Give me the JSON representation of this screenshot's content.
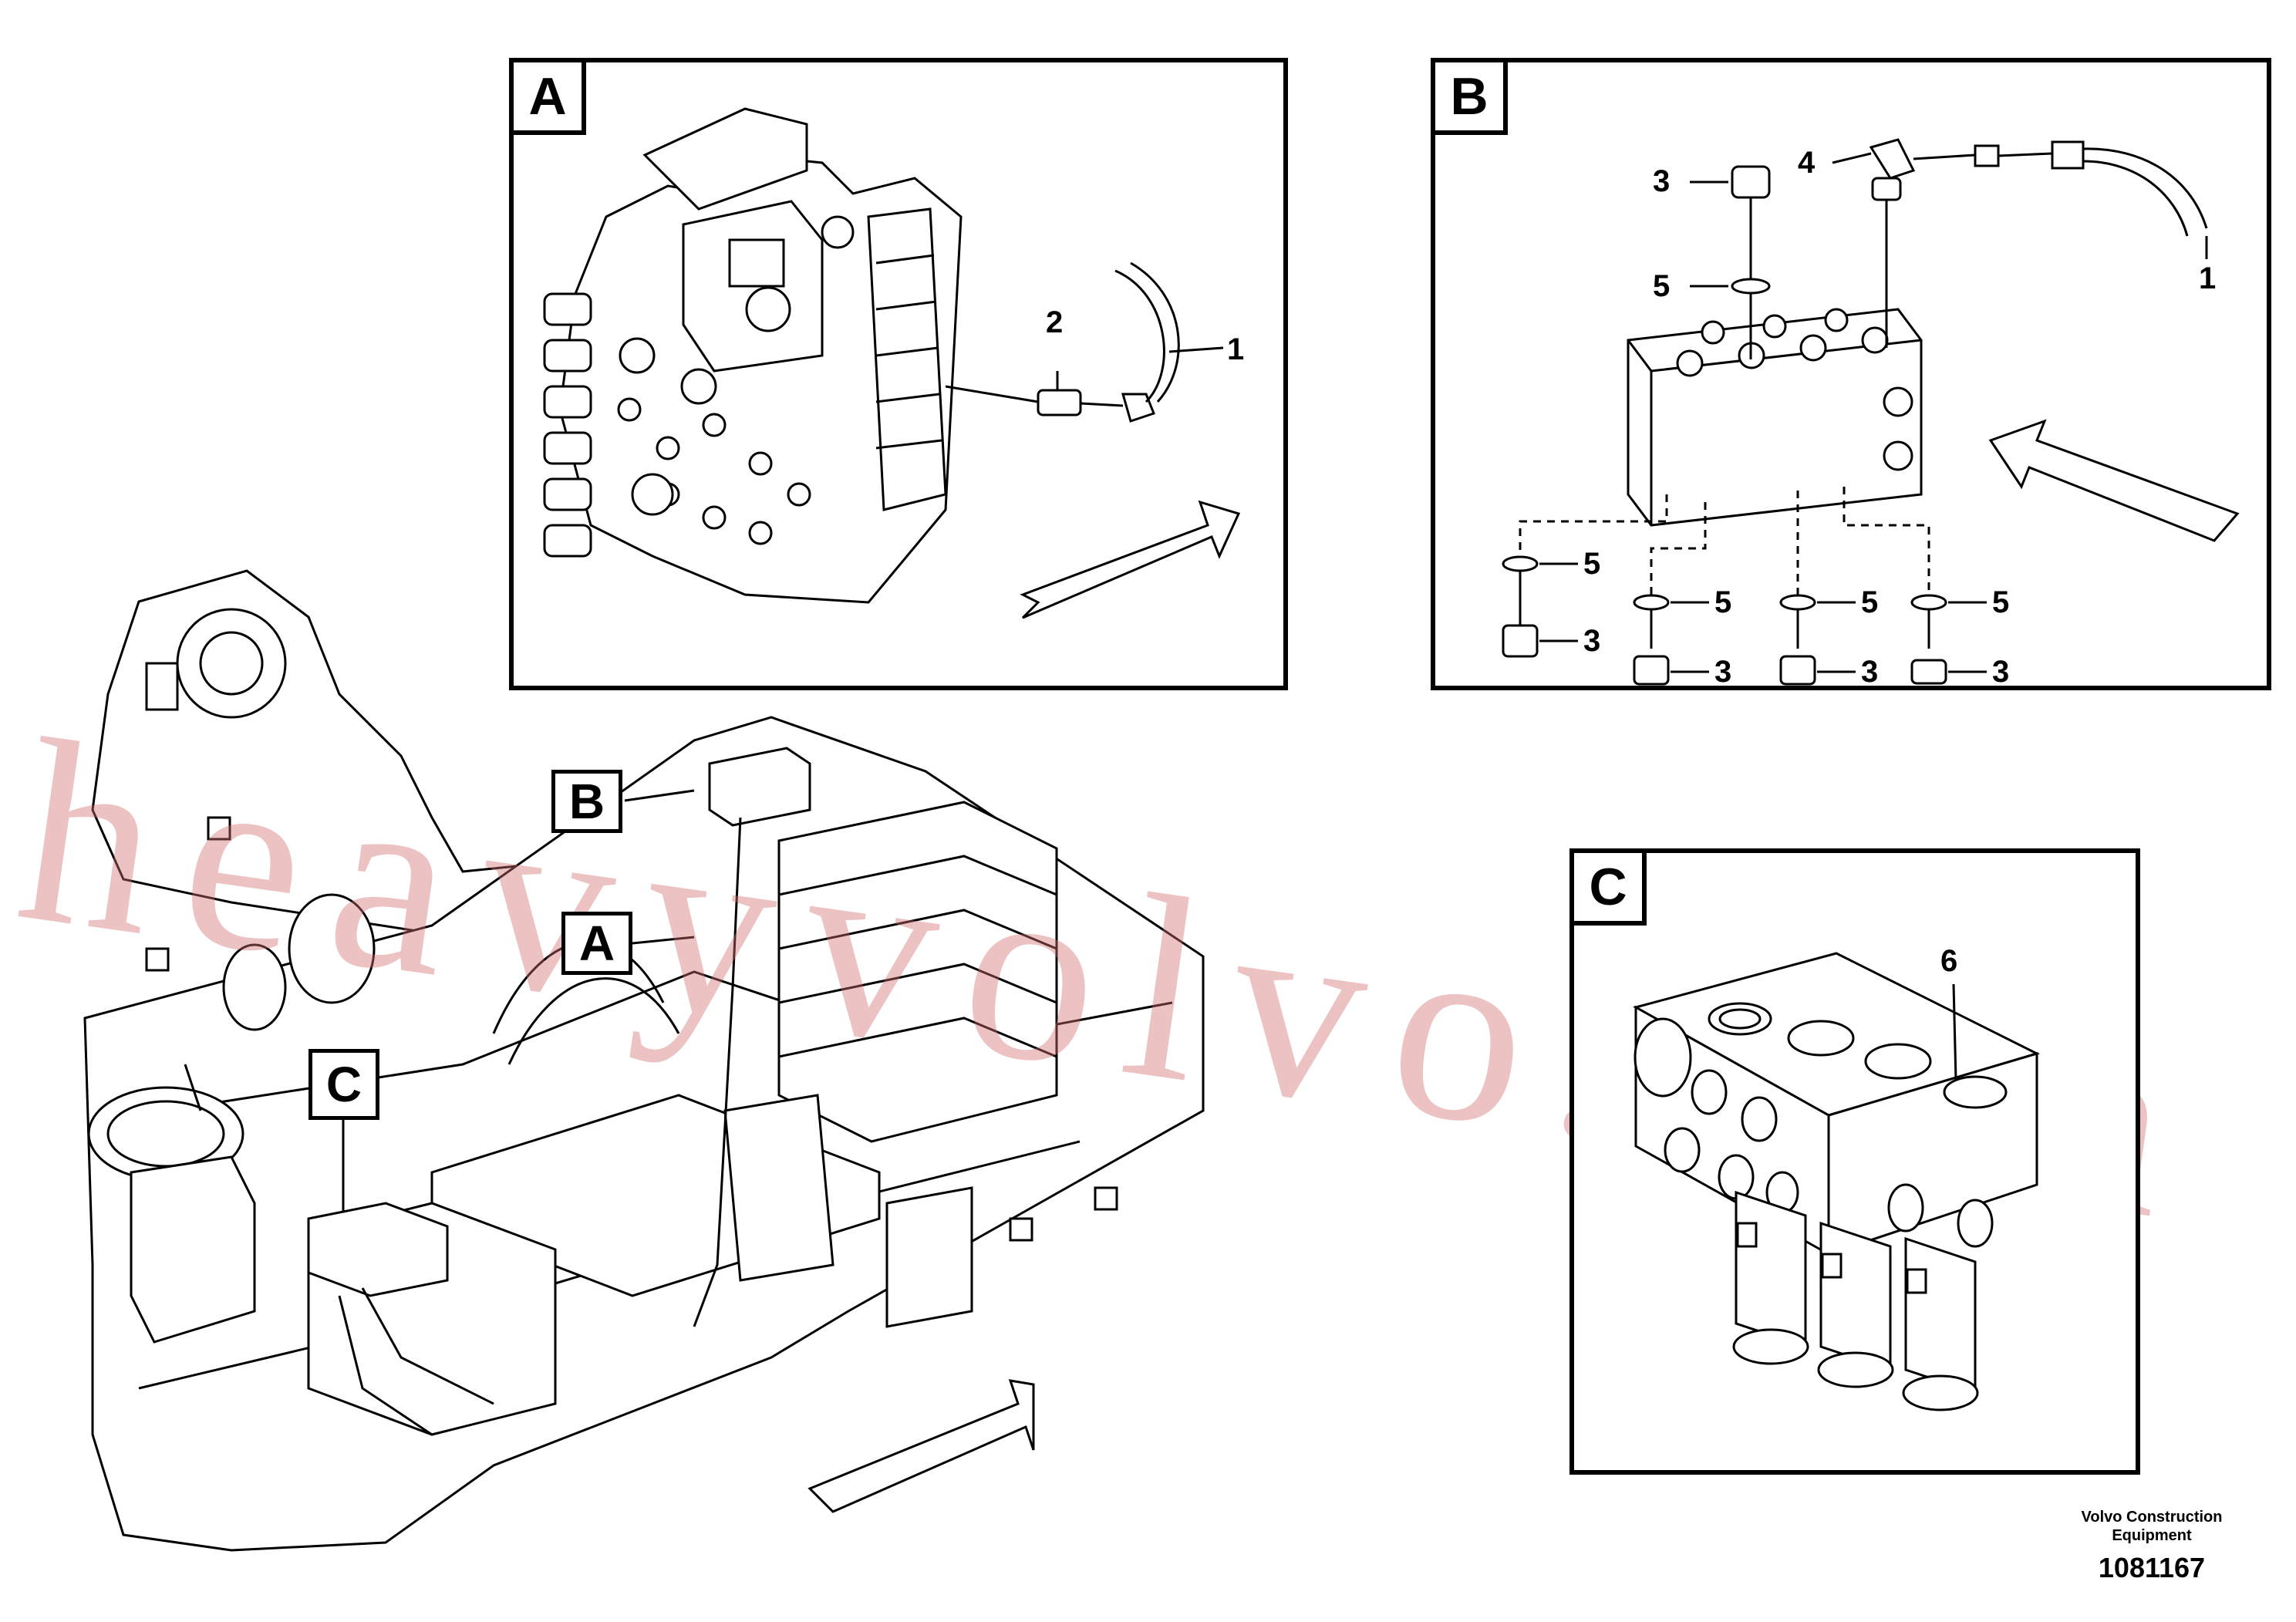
{
  "panels": {
    "a": {
      "tag": "A",
      "labels": {
        "n1": "1",
        "n2": "2"
      }
    },
    "b": {
      "tag": "B",
      "labels": {
        "n1": "1",
        "n3a": "3",
        "n3b": "3",
        "n3c": "3",
        "n3d": "3",
        "n3e": "3",
        "n4": "4",
        "n5a": "5",
        "n5b": "5",
        "n5c": "5",
        "n5d": "5",
        "n5e": "5"
      }
    },
    "c": {
      "tag": "C",
      "labels": {
        "n6": "6"
      }
    }
  },
  "overview_callouts": {
    "a": "A",
    "b": "B",
    "c": "C"
  },
  "watermark": "heavyvolvo.com",
  "footer": {
    "company_line1": "Volvo Construction",
    "company_line2": "Equipment",
    "drawing_number": "1081167"
  }
}
